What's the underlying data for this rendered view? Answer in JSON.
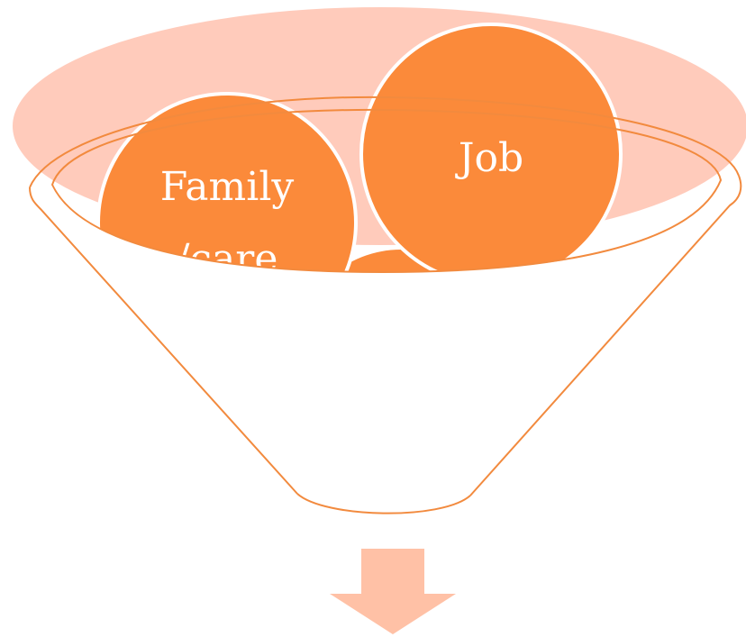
{
  "diagram": {
    "type": "funnel",
    "items": [
      {
        "label_line1": "Family",
        "label_line2": "/care"
      },
      {
        "label": "Job"
      },
      {
        "label": ""
      }
    ]
  },
  "colors": {
    "rim_fill": "#ffcbbb",
    "circle_fill": "#fb8a3a",
    "funnel_stroke": "#f28a3e",
    "arrow_fill": "#ffc1a6"
  }
}
